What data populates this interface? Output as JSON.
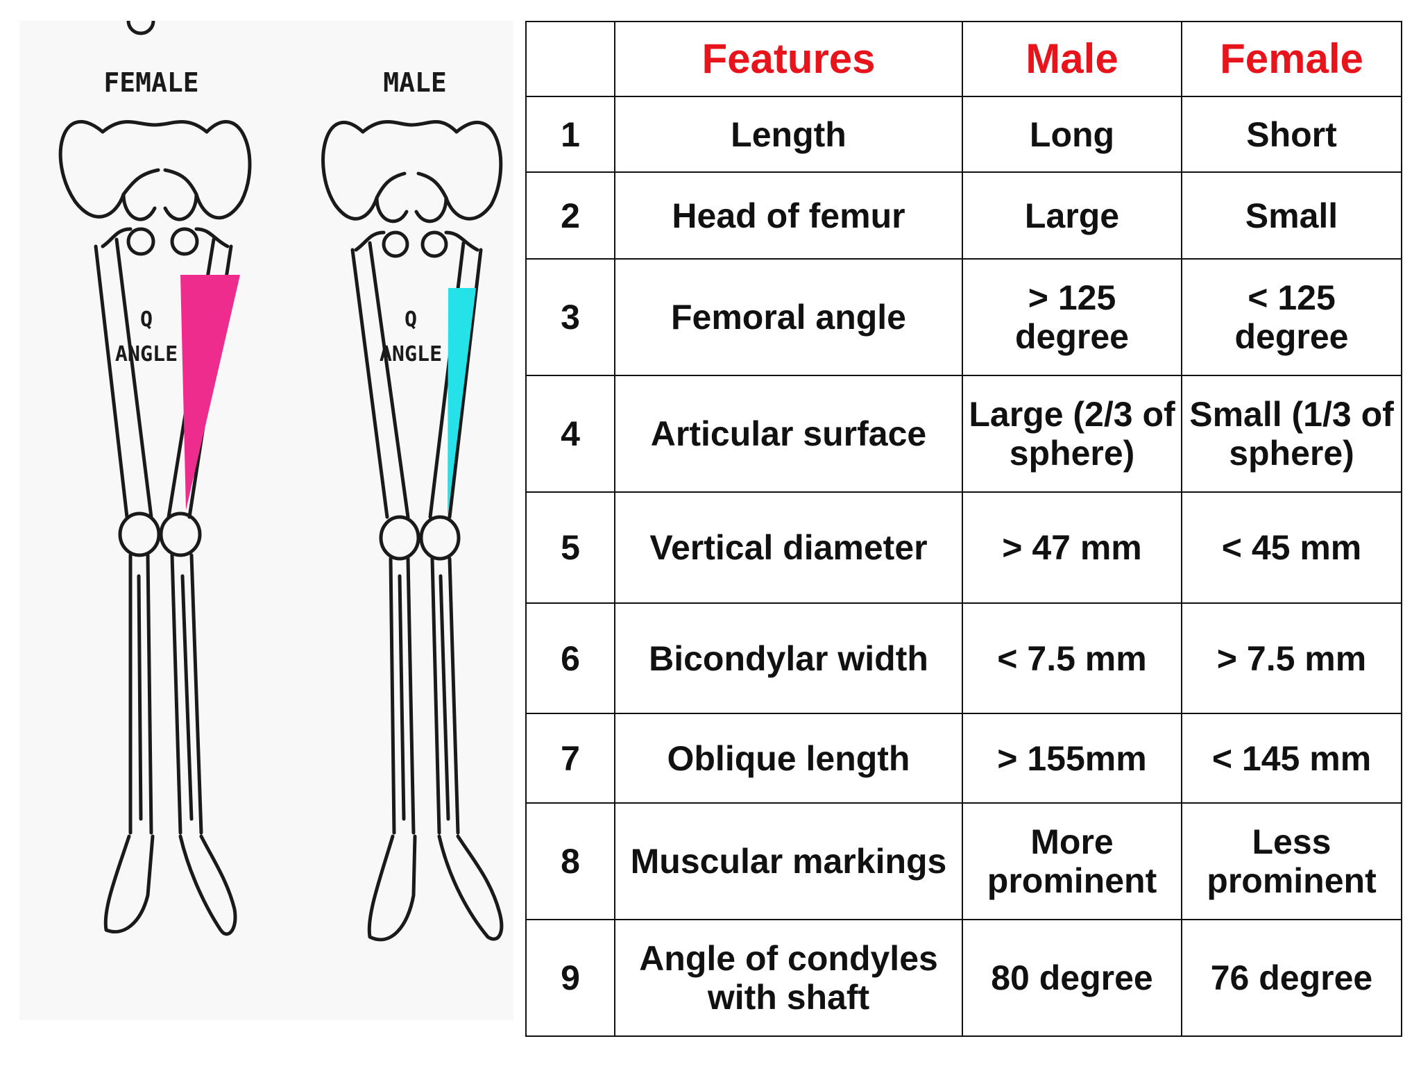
{
  "figure": {
    "female_label": "FEMALE",
    "male_label": "MALE",
    "angle_label_line1": "Q",
    "angle_label_line2": "ANGLE",
    "female_highlight_color": "#ee2c8e",
    "male_highlight_color": "#25e1e8"
  },
  "table": {
    "headers": [
      "",
      "Features",
      "Male",
      "Female"
    ],
    "header_color": "#e8141c",
    "rows": [
      {
        "num": "1",
        "feature": "Length",
        "male": "Long",
        "female": "Short"
      },
      {
        "num": "2",
        "feature": "Head of femur",
        "male": "Large",
        "female": "Small"
      },
      {
        "num": "3",
        "feature": "Femoral angle",
        "male": "> 125 degree",
        "female": "< 125 degree"
      },
      {
        "num": "4",
        "feature": "Articular surface",
        "male": "Large  (2/3 of sphere)",
        "female": "Small (1/3 of sphere)"
      },
      {
        "num": "5",
        "feature": "Vertical diameter",
        "male": "> 47 mm",
        "female": "< 45 mm"
      },
      {
        "num": "6",
        "feature": "Bicondylar width",
        "male": "< 7.5 mm",
        "female": "> 7.5 mm"
      },
      {
        "num": "7",
        "feature": "Oblique length",
        "male": "> 155mm",
        "female": "< 145 mm"
      },
      {
        "num": "8",
        "feature": "Muscular markings",
        "male": "More prominent",
        "female": "Less prominent"
      },
      {
        "num": "9",
        "feature": "Angle of condyles with shaft",
        "male": "80 degree",
        "female": "76 degree"
      }
    ]
  }
}
